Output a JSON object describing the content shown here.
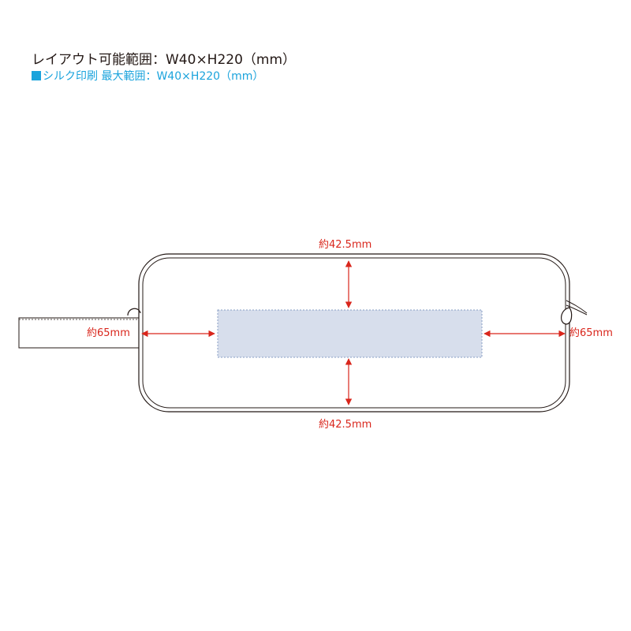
{
  "header": {
    "title": "レイアウト可能範囲：W40×H220（mm）",
    "subtitle": "シルク印刷 最大範囲：W40×H220（mm）"
  },
  "dimensions": {
    "top": "約42.5mm",
    "bottom": "約42.5mm",
    "left": "約65mm",
    "right": "約65mm"
  },
  "colors": {
    "dimension": "#d9261c",
    "print_area_fill": "#d7deec",
    "print_area_border": "#8a9fc4",
    "accent": "#1aa3dc",
    "outline": "#231815"
  }
}
